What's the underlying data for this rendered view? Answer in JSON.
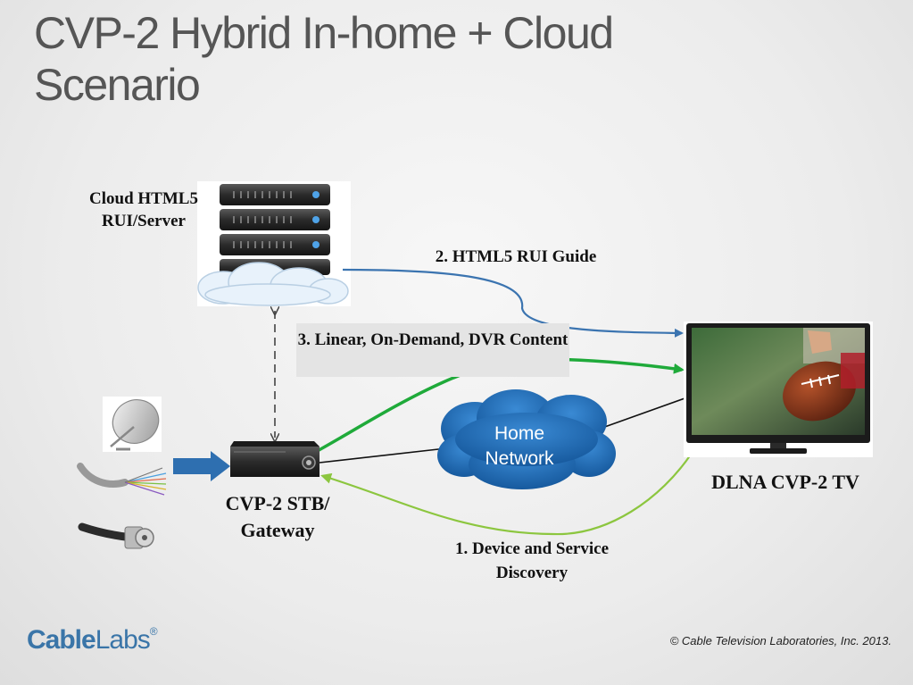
{
  "slide": {
    "title": "CVP-2 Hybrid In-home + Cloud Scenario",
    "copyright": "© Cable Television Laboratories, Inc. 2013.",
    "logo": {
      "part1": "Cable",
      "part2": "Labs",
      "mark": "®"
    }
  },
  "nodes": {
    "cloud_server": {
      "label": "Cloud HTML5 RUI/Server",
      "icon": "server-rack-icon"
    },
    "stb": {
      "label": "CVP-2 STB/ Gateway",
      "icon": "set-top-box-icon"
    },
    "tv": {
      "label": "DLNA CVP-2 TV",
      "icon": "television-icon"
    },
    "home_network": {
      "label": "Home Network",
      "icon": "cloud-icon"
    },
    "inputs": [
      "satellite-dish-icon",
      "fiber-cable-icon",
      "coax-cable-icon"
    ]
  },
  "flows": {
    "rui_guide": "2. HTML5 RUI Guide",
    "content": "3. Linear, On-Demand, DVR Content",
    "discovery": "1. Device and Service Discovery"
  },
  "colors": {
    "rui_flow": "#3b74b0",
    "content_flow": "#1faa3a",
    "discovery_flow": "#8cc63f",
    "home_network": "#1e6db8",
    "title": "#555555"
  }
}
